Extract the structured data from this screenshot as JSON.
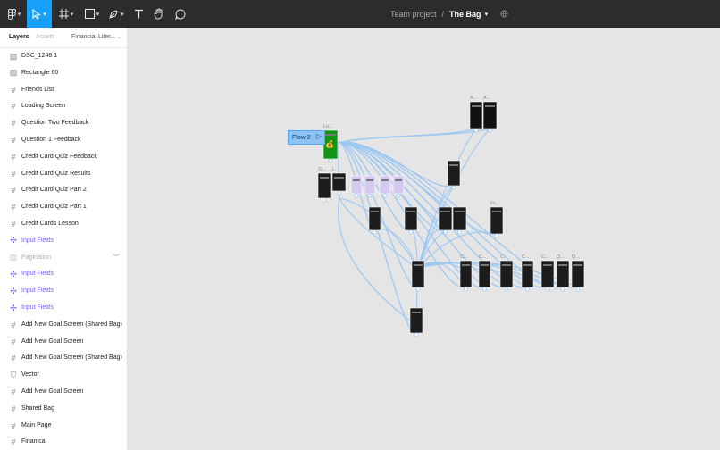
{
  "toolbar": {
    "tools": [
      "figma-menu",
      "move",
      "frame",
      "shape",
      "pen",
      "text",
      "hand",
      "comment"
    ],
    "project": "Team project",
    "separator": "/",
    "file_name": "The Bag",
    "colors": {
      "active": "#18a0fb",
      "bar": "#2c2c2c"
    }
  },
  "sidebar": {
    "tabs": {
      "layers": "Layers",
      "assets": "Assets",
      "page": "Financial Liter..."
    },
    "layers": [
      {
        "label": "DSC_1248 1",
        "icon": "image-icon",
        "kind": "image"
      },
      {
        "label": "Rectangle 60",
        "icon": "image-icon",
        "kind": "image"
      },
      {
        "label": "Friends List",
        "icon": "frame-icon",
        "kind": "frame"
      },
      {
        "label": "Loading Screen",
        "icon": "frame-icon",
        "kind": "frame"
      },
      {
        "label": "Question Two Feedback",
        "icon": "frame-icon",
        "kind": "frame"
      },
      {
        "label": "Question 1 Feedback",
        "icon": "frame-icon",
        "kind": "frame"
      },
      {
        "label": "Credit Card Quiz Feedback",
        "icon": "frame-icon",
        "kind": "frame"
      },
      {
        "label": "Credit Card Quiz Results",
        "icon": "frame-icon",
        "kind": "frame"
      },
      {
        "label": "Credit Card Quiz Part 2",
        "icon": "frame-icon",
        "kind": "frame"
      },
      {
        "label": "Credit Card Quiz Part 1",
        "icon": "frame-icon",
        "kind": "frame"
      },
      {
        "label": "Credit Cards Lesson",
        "icon": "frame-icon",
        "kind": "frame"
      },
      {
        "label": "Input Fields",
        "icon": "component-icon",
        "kind": "component"
      },
      {
        "label": "Pagination",
        "icon": "image-icon",
        "kind": "hidden"
      },
      {
        "label": "Input Fields",
        "icon": "component-icon",
        "kind": "component"
      },
      {
        "label": "Input Fields",
        "icon": "component-icon",
        "kind": "component"
      },
      {
        "label": "Input Fields",
        "icon": "component-icon",
        "kind": "component"
      },
      {
        "label": "Add New Goal Screen (Shared Bag)",
        "icon": "frame-icon",
        "kind": "frame"
      },
      {
        "label": "Add New Goal Screen",
        "icon": "frame-icon",
        "kind": "frame"
      },
      {
        "label": "Add New Goal Screen (Shared Bag)",
        "icon": "frame-icon",
        "kind": "frame"
      },
      {
        "label": "Vector",
        "icon": "vector-icon",
        "kind": "vector"
      },
      {
        "label": "Add New Goal Screen",
        "icon": "frame-icon",
        "kind": "frame"
      },
      {
        "label": "Shared Bag",
        "icon": "frame-icon",
        "kind": "frame"
      },
      {
        "label": "Main Page",
        "icon": "frame-icon",
        "kind": "frame"
      },
      {
        "label": "Finanical",
        "icon": "frame-icon",
        "kind": "frame"
      }
    ]
  },
  "canvas": {
    "flow_label": "Flow 2",
    "frame_labels": [
      "A...",
      "A...",
      "Lo...",
      "Sl...",
      "L...",
      "Fr...",
      "C...",
      "C...",
      "C...",
      "C...",
      "C...",
      "Q...",
      "Q..."
    ],
    "colors": {
      "connector": "#9dc8f2",
      "canvas": "#e5e5e5",
      "green_frame": "#149414"
    }
  }
}
